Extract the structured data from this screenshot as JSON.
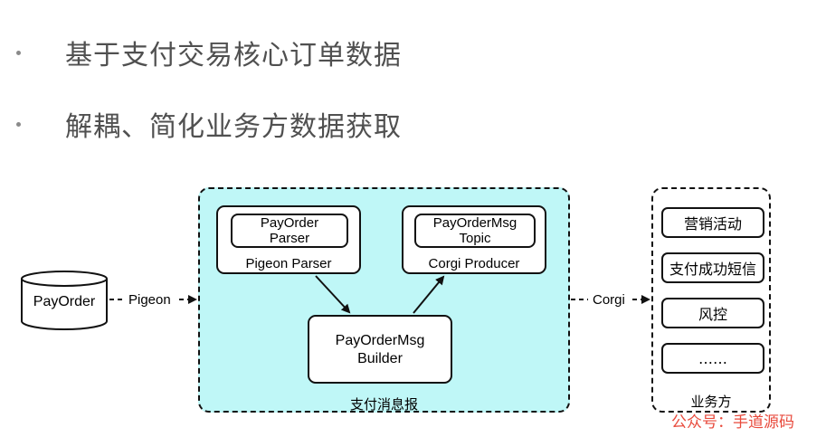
{
  "bullets": [
    "基于支付交易核心订单数据",
    "解耦、简化业务方数据获取"
  ],
  "source": {
    "label": "PayOrder"
  },
  "edges": {
    "left_label": "Pigeon",
    "right_label": "Corgi"
  },
  "main_group": {
    "caption": "支付消息报",
    "pigeon_parser": {
      "inner_line1": "PayOrder",
      "inner_line2": "Parser",
      "caption": "Pigeon Parser"
    },
    "corgi_producer": {
      "inner_line1": "PayOrderMsg",
      "inner_line2": "Topic",
      "caption": "Corgi Producer"
    },
    "builder": {
      "line1": "PayOrderMsg",
      "line2": "Builder"
    }
  },
  "consumers": {
    "caption": "业务方",
    "items": [
      "营销活动",
      "支付成功短信",
      "风控",
      "……"
    ]
  },
  "watermark": "公众号：手道源码",
  "colors": {
    "group_fill": "#bff7f7",
    "watermark": "#e84a3c"
  }
}
